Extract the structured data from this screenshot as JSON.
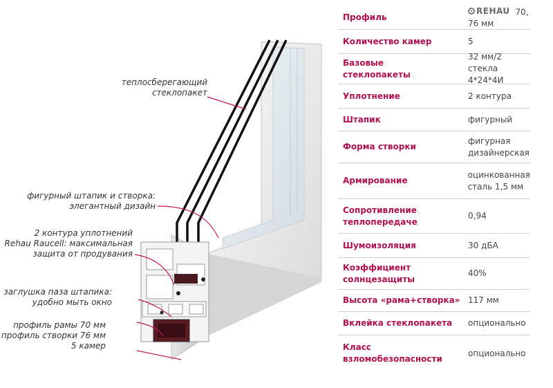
{
  "callouts": [
    {
      "lines": [
        "теплосберегающий",
        "стеклопакет"
      ]
    },
    {
      "lines": [
        "фигурный штапик и створка:",
        "элегантный дизайн"
      ]
    },
    {
      "lines": [
        "2 контура уплотнений",
        "Rehau Raucell: максимальная",
        "защита от продувания"
      ]
    },
    {
      "lines": [
        "заглушка паза штапика:",
        "удобно мыть окно"
      ]
    },
    {
      "lines": [
        "профиль рамы 70 мм",
        "профиль створки 76 мм",
        "5 камер"
      ]
    }
  ],
  "specs": {
    "profile_label": "Профиль",
    "logo_text": "REHAU",
    "profile_value": "70, 76 мм",
    "rows": [
      {
        "label": [
          "Количество камер"
        ],
        "value": [
          "5"
        ]
      },
      {
        "label": [
          "Базовые",
          "стеклопакеты"
        ],
        "value": [
          "32 мм/2 стекла",
          "4*24*4И"
        ]
      },
      {
        "label": [
          "Уплотнение"
        ],
        "value": [
          "2 контура"
        ]
      },
      {
        "label": [
          "Штапик"
        ],
        "value": [
          "фигурный"
        ]
      },
      {
        "label": [
          "Форма створки"
        ],
        "value": [
          "фигурная",
          "дизайнерская"
        ]
      },
      {
        "label": [
          "Армирование"
        ],
        "value": [
          "оцинкованная",
          "сталь 1,5 мм"
        ]
      },
      {
        "label": [
          "Сопротивление",
          "теплопередаче"
        ],
        "value": [
          "0,94"
        ]
      },
      {
        "label": [
          "Шумоизоляция"
        ],
        "value": [
          "30 дБА"
        ]
      },
      {
        "label": [
          "Коэффициент",
          "солнцезащиты"
        ],
        "value": [
          "40%"
        ]
      },
      {
        "label": [
          "Высота «рама+створка»"
        ],
        "value": [
          "117 мм"
        ]
      },
      {
        "label": [
          "Вклейка стеклопакета"
        ],
        "value": [
          "опционально"
        ]
      },
      {
        "label": [
          "Класс",
          "взломобезопасности"
        ],
        "value": [
          "опционально"
        ]
      }
    ]
  },
  "colors": {
    "accent": "#b0124e",
    "text": "#333333",
    "divider": "#cfcfcf"
  }
}
